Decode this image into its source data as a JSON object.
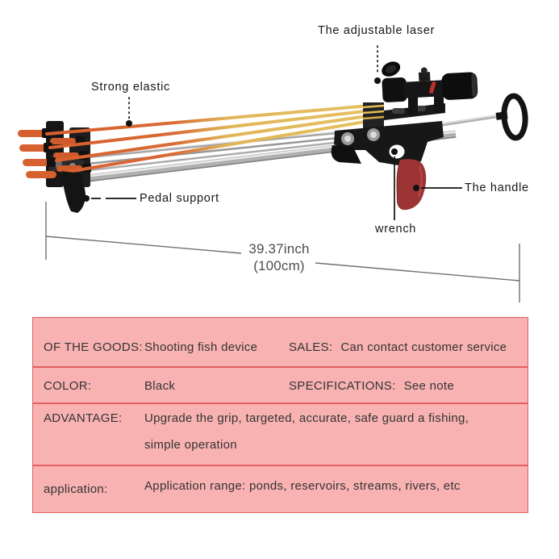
{
  "figure": {
    "labels": {
      "laser": "The adjustable laser",
      "elastic": "Strong elastic",
      "pedal": "Pedal support",
      "handle": "The handle",
      "wrench": "wrench"
    },
    "dimension": {
      "inch": "39.37inch",
      "cm": "(100cm)"
    },
    "colors": {
      "band_orange": "#d96a34",
      "band_yellow": "#e3bd5a",
      "grip_red": "#9c3434",
      "steel_gray": "#b0b0b0",
      "frame_black": "#161616"
    }
  },
  "spec_table": {
    "background": "#f9b2b2",
    "line_color": "#e0615e",
    "rows": [
      {
        "cells": [
          {
            "label": "OF THE GOODS:",
            "value": "Shooting fish device"
          },
          {
            "label": "SALES:",
            "value": "Can contact customer service"
          }
        ]
      },
      {
        "cells": [
          {
            "label": "COLOR:",
            "value": "Black"
          },
          {
            "label": "SPECIFICATIONS:",
            "value": "See note"
          }
        ]
      },
      {
        "cells": [
          {
            "label": "ADVANTAGE:",
            "value": "Upgrade the grip, targeted,  accurate, safe guard a fishing,\nsimple operation"
          }
        ]
      },
      {
        "cells": [
          {
            "label": "application:",
            "value": "Application range: ponds, reservoirs,  streams,  rivers, etc"
          }
        ]
      }
    ]
  }
}
